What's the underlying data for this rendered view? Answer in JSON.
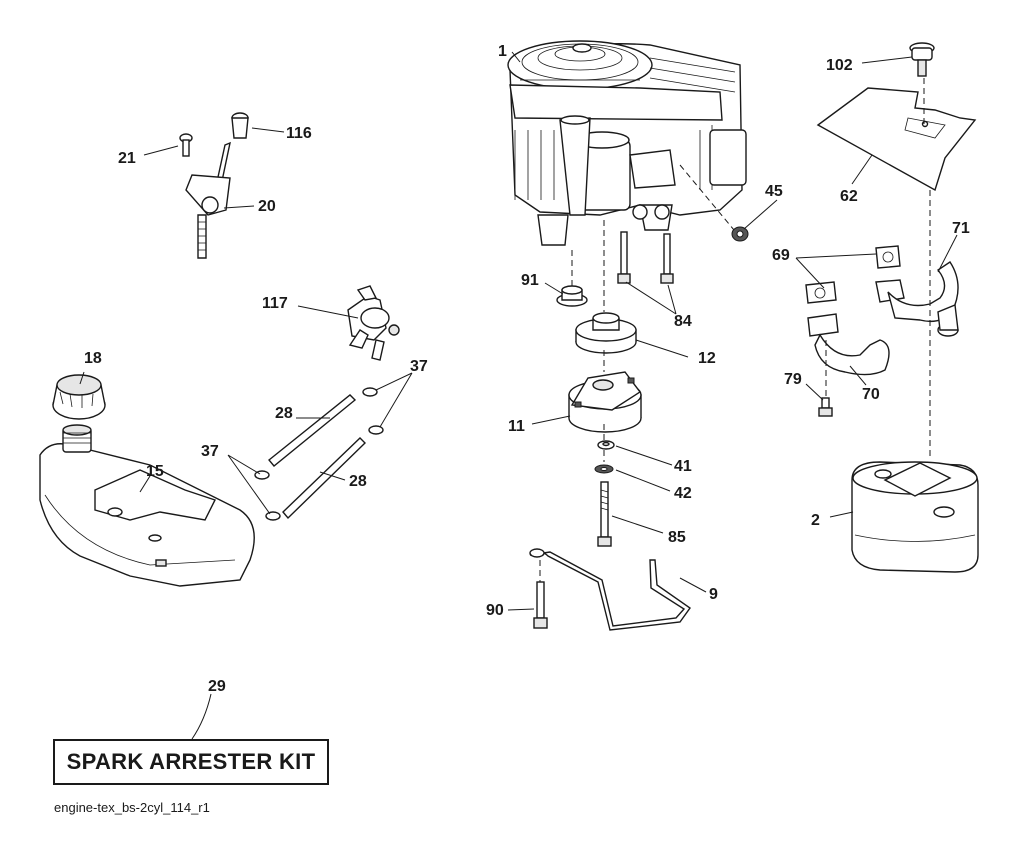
{
  "labels": {
    "p1": "1",
    "p102": "102",
    "p21": "21",
    "p116": "116",
    "p20": "20",
    "p62": "62",
    "p45": "45",
    "p71": "71",
    "p69": "69",
    "p91": "91",
    "p84": "84",
    "p117": "117",
    "p12": "12",
    "p18": "18",
    "p37a": "37",
    "p28a": "28",
    "p79": "79",
    "p70": "70",
    "p11": "11",
    "p15": "15",
    "p37b": "37",
    "p41": "41",
    "p28b": "28",
    "p42": "42",
    "p2": "2",
    "p85": "85",
    "p90": "90",
    "p9": "9",
    "p29": "29"
  },
  "kit_label": "SPARK ARRESTER KIT",
  "footer": "engine-tex_bs-2cyl_114_r1"
}
